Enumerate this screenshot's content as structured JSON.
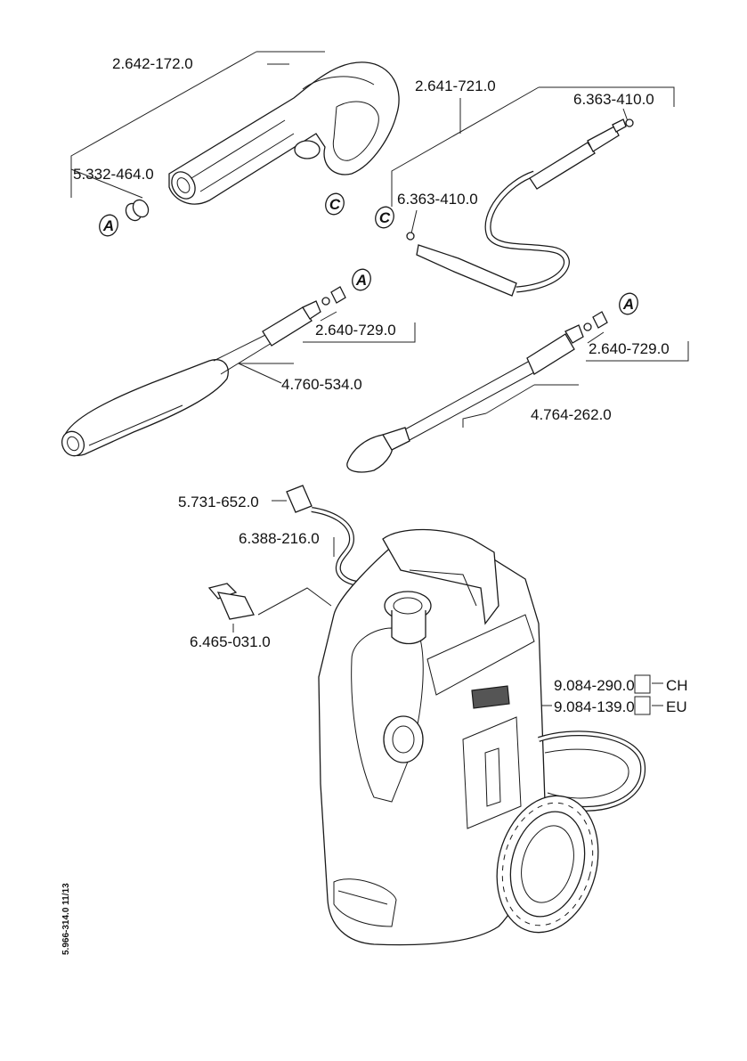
{
  "parts": {
    "trigger_gun": "2.642-172.0",
    "gun_seal": "5.332-464.0",
    "hose": "2.641-721.0",
    "oring_top": "6.363-410.0",
    "oring_left": "6.363-410.0",
    "lance_adapter_1": "2.640-729.0",
    "vario_lance": "4.760-534.0",
    "lance_adapter_2": "2.640-729.0",
    "dirt_blaster": "4.764-262.0",
    "filter": "5.731-652.0",
    "suction_hose": "6.388-216.0",
    "coupling": "6.465-031.0",
    "cable_ch_code": "9.084-290.0",
    "cable_ch_suffix": "CH",
    "cable_eu_code": "9.084-139.0",
    "cable_eu_suffix": "EU"
  },
  "badges": {
    "a": "A",
    "c": "C"
  },
  "footer": {
    "doc_code": "5.966-314.0  11/13"
  }
}
